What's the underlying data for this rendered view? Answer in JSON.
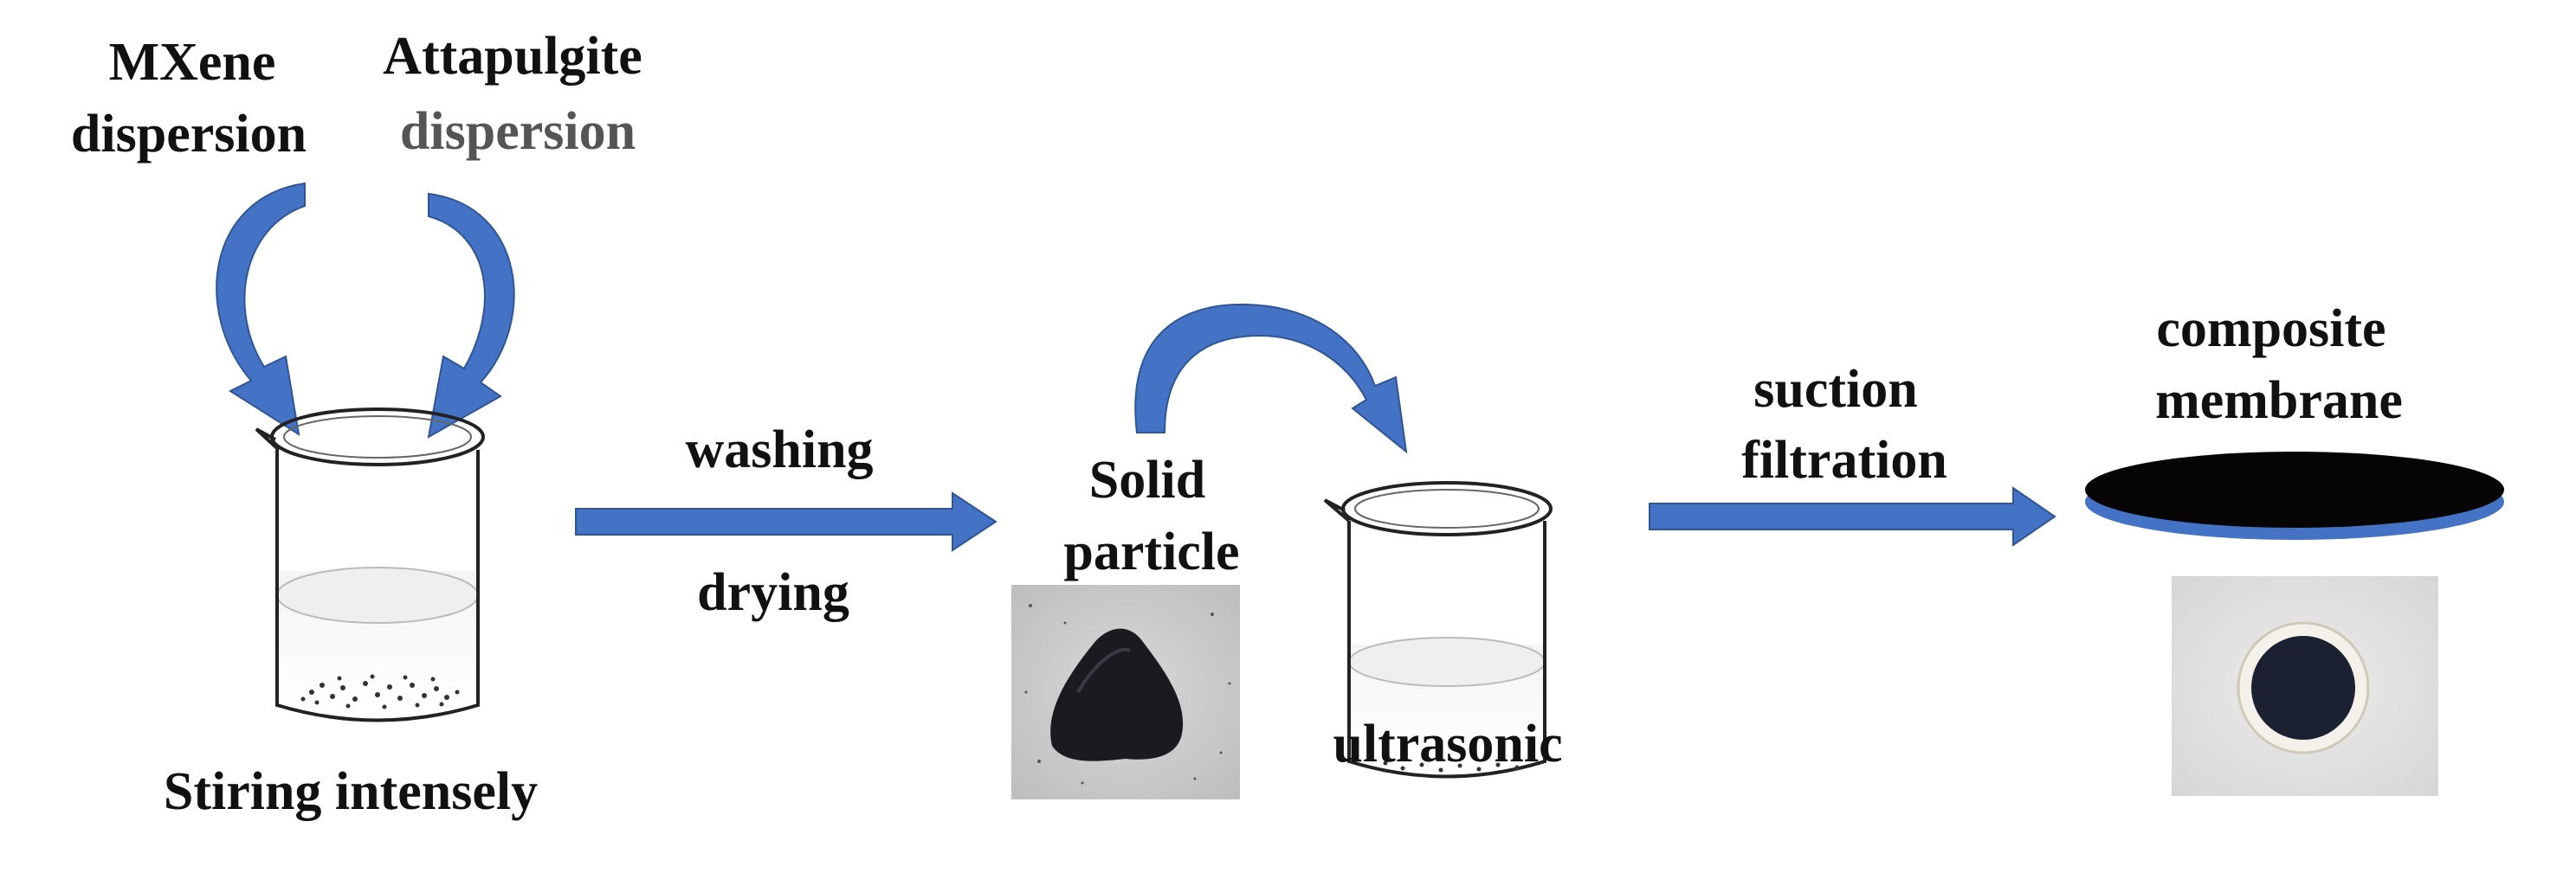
{
  "labels": {
    "mxene_line1": "MXene",
    "mxene_line2": "dispersion",
    "attapulgite_line1": "Attapulgite",
    "attapulgite_line2": "dispersion",
    "stirring": "Stiring intensely",
    "washing": "washing",
    "drying": "drying",
    "solid_line1": "Solid",
    "solid_line2": "particle",
    "ultrasonic": "ultrasonic",
    "suction_line1": "suction",
    "suction_line2": "filtration",
    "composite_line1": "composite",
    "composite_line2": "membrane"
  },
  "colors": {
    "arrow_blue": "#4472C4",
    "arrow_edge": "#2F5597",
    "text": "#111111",
    "text_gray": "#555555",
    "membrane_black": "#050505"
  },
  "icons": {
    "beaker": "beaker-icon",
    "powder_photo": "powder-photo",
    "membrane_photo": "membrane-photo"
  }
}
